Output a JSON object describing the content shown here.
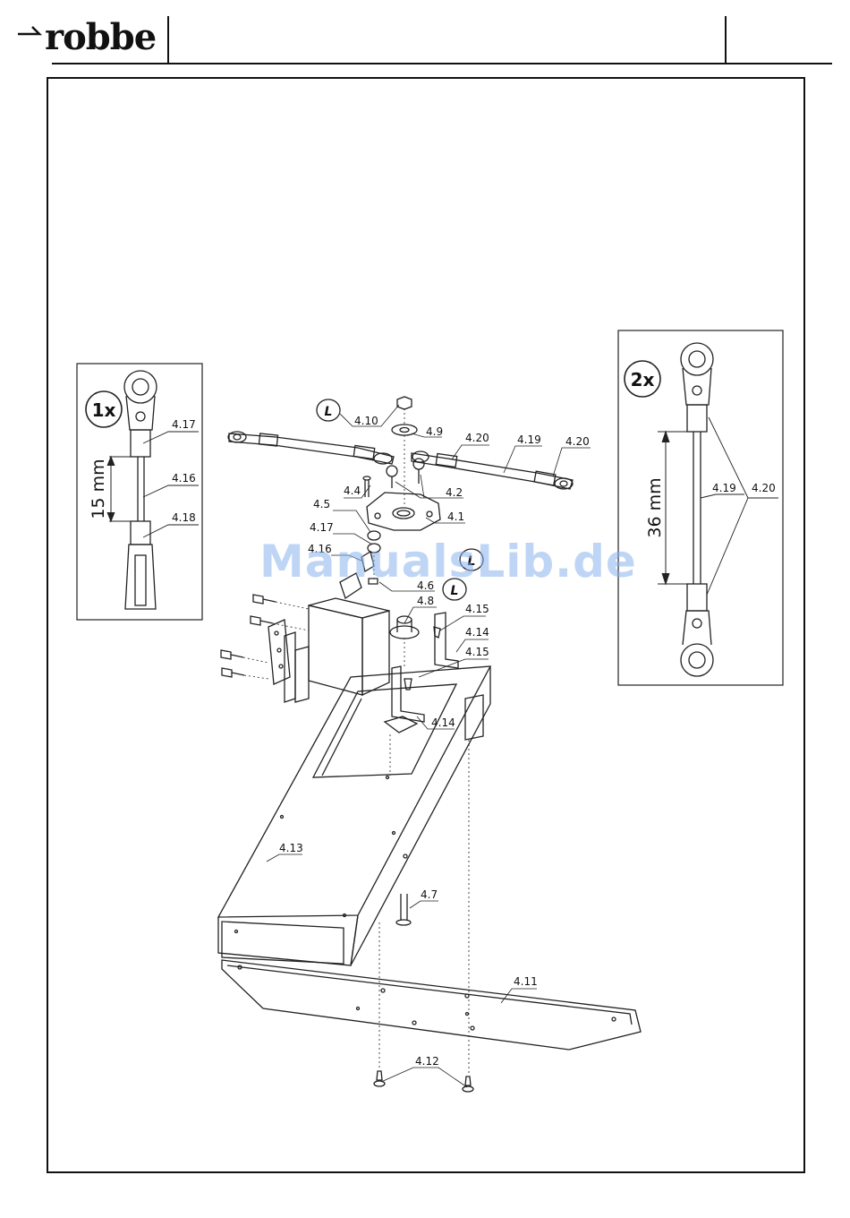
{
  "header": {
    "brand": "robbe"
  },
  "inset_left": {
    "qty": "1x",
    "dimension": "15 mm",
    "labels": [
      "4.17",
      "4.16",
      "4.18"
    ]
  },
  "inset_right": {
    "qty": "2x",
    "dimension": "36 mm",
    "labels": [
      "4.19",
      "4.20"
    ]
  },
  "loctite_marker": "L",
  "parts": {
    "p4_1": "4.1",
    "p4_2": "4.2",
    "p4_4": "4.4",
    "p4_5": "4.5",
    "p4_6": "4.6",
    "p4_7": "4.7",
    "p4_8": "4.8",
    "p4_9": "4.9",
    "p4_10": "4.10",
    "p4_11": "4.11",
    "p4_12": "4.12",
    "p4_13": "4.13",
    "p4_14a": "4.14",
    "p4_14b": "4.14",
    "p4_15a": "4.15",
    "p4_15b": "4.15",
    "p4_16": "4.16",
    "p4_17": "4.17",
    "p4_18": "4.18",
    "p4_19": "4.19",
    "p4_20a": "4.20",
    "p4_20b": "4.20"
  },
  "watermark": "ManualsLib.de"
}
